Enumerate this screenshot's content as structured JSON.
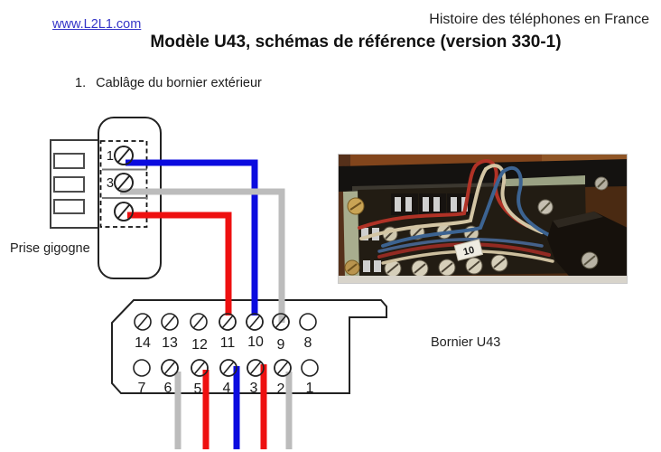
{
  "header": {
    "link": "www.L2L1.com",
    "right_text": "Histoire des téléphones en France",
    "title": "Modèle U43, schémas de référence (version 330-1)",
    "section_number": "1.",
    "section_title": "Cablâge du bornier extérieur"
  },
  "diagram": {
    "prise": {
      "label": "Prise gigogne",
      "terminal_labels": [
        "1",
        "3"
      ]
    },
    "bornier": {
      "label": "Bornier U43",
      "top_pins": [
        "14",
        "13",
        "12",
        "11",
        "10",
        "9",
        "8"
      ],
      "bottom_pins": [
        "7",
        "6",
        "5",
        "4",
        "3",
        "2",
        "1"
      ]
    },
    "wire_colors": {
      "blue": "#0b0bdf",
      "red": "#ee1010",
      "gray": "#bcbcbc"
    },
    "connections": [
      "blue: prise pin 1 to bornier pin 10",
      "gray: prise pin 3 to bornier pin 9",
      "red: prise lower pin to bornier pin 11",
      "gray: bornier pin 6 downward",
      "red: bornier pin 5 downward",
      "blue: bornier pin 4 downward",
      "red: bornier pin 3 downward",
      "gray: bornier pin 2 downward"
    ]
  },
  "photo": {
    "caption_tag": "10"
  }
}
